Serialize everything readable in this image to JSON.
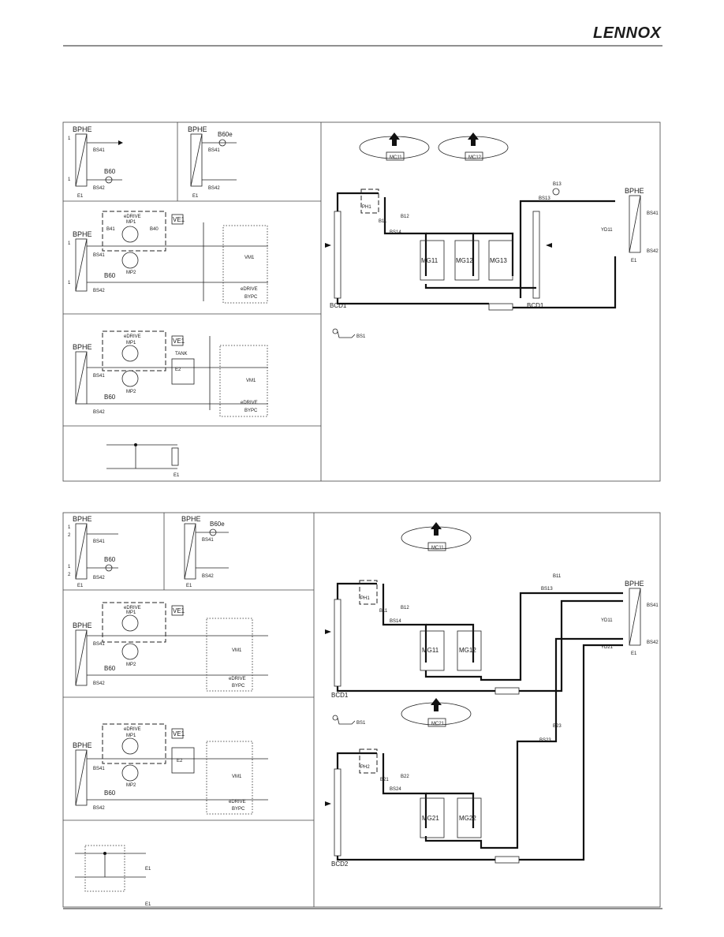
{
  "brand": {
    "logo_text": "LENNOX"
  },
  "labels": {
    "bphe": "BPHE",
    "bs41": "BS41",
    "bs42": "BS42",
    "b60": "B60",
    "b60e": "B60e",
    "e1": "E1",
    "e2": "E2",
    "one": "1",
    "two": "2",
    "edrive": "eDRIVE",
    "mp1": "MP1",
    "mp2": "MP2",
    "b41": "B41",
    "b40": "B40",
    "ve1": "VE1",
    "tank": "TANK",
    "vm1": "VM1",
    "bypc": "BYPC",
    "mc11": "MC11",
    "mc12": "MC12",
    "mc21": "MC21",
    "mg11": "MG11",
    "mg12": "MG12",
    "mg13": "MG13",
    "mg21": "MG21",
    "mg22": "MG22",
    "b11": "B11",
    "b12": "B12",
    "b13": "B13",
    "b21": "B21",
    "b22": "B22",
    "b23": "B23",
    "bs13": "BS13",
    "bs14": "BS14",
    "bs23": "BS23",
    "bs24": "BS24",
    "bs1": "BS1",
    "ph1": "PH1",
    "ph2": "PH2",
    "bcd1": "BCD1",
    "bcd2": "BCD2",
    "yd11": "YD11",
    "yd21": "YD21"
  }
}
